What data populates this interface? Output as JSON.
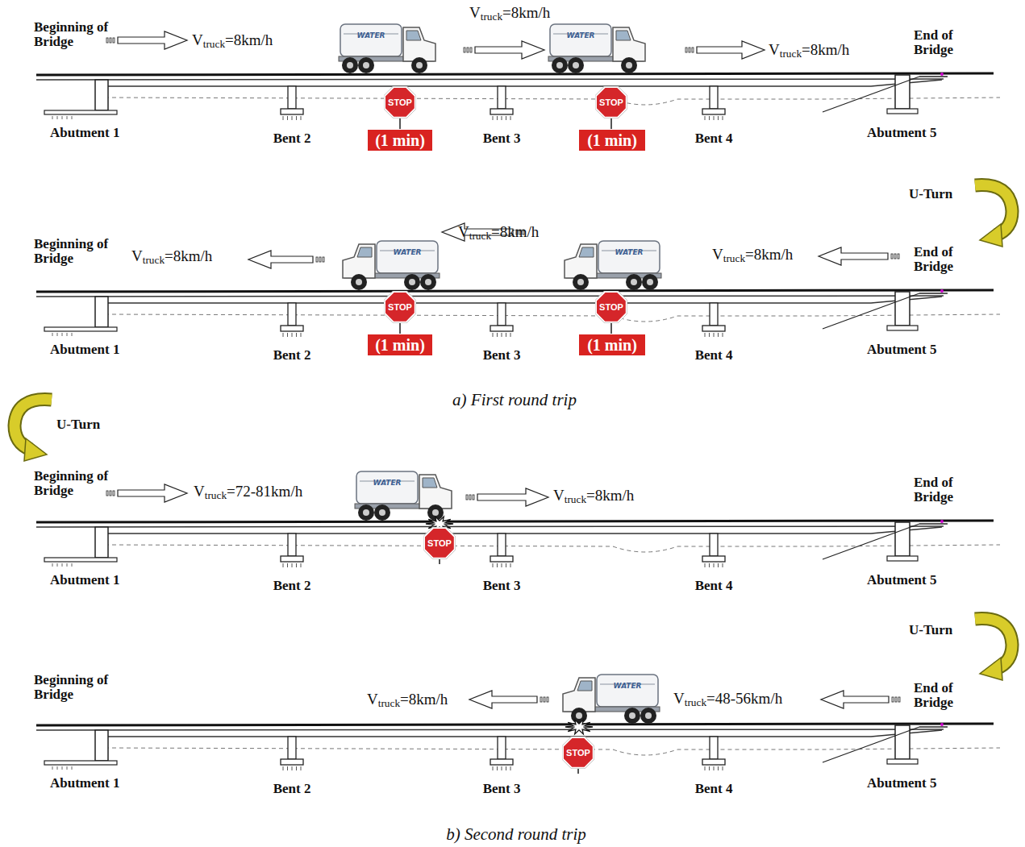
{
  "diagram": {
    "caption": "b) Second round trip",
    "nodes": [
      {
        "text": [
          "STOP"
        ]
      },
      {
        "text": [
          "(1 min)"
        ]
      },
      {
        "text": [
          "STOP"
        ]
      },
      {
        "text": [
          "(1 min)"
        ]
      },
      {
        "text": [
          "STOP"
        ]
      },
      {
        "text": [
          "(1 min)"
        ]
      },
      {
        "text": [
          "STOP"
        ]
      },
      {
        "text": [
          "(1 min)"
        ]
      },
      {
        "text": [
          "STOP"
        ]
      },
      {
        "text": [
          "STOP"
        ]
      }
    ],
    "edges": [],
    "labels": [
      "Beginning of Bridge",
      "Vtruck=8km/h",
      "WATER",
      "Vtruck=8km/h",
      "WATER",
      "Vtruck=8km/h",
      "End of Bridge",
      "Abutment 1",
      "Bent 2",
      "Bent 3",
      "Bent 4",
      "Abutment 5",
      "U-Turn",
      "Beginning of Bridge",
      "Vtruck=8km/h",
      "WATER",
      "Vtruck=8km/h",
      "WATER",
      "Vtruck=8km/h",
      "End of Bridge",
      "Abutment 1",
      "Bent 2",
      "Bent 3",
      "Bent 4",
      "Abutment 5",
      "a) First round trip",
      "U-Turn",
      "Beginning of Bridge",
      "Vtruck=72-81km/h",
      "WATER",
      "Vtruck=8km/h",
      "End of Bridge",
      "Abutment 1",
      "Bent 2",
      "Bent 3",
      "Bent 4",
      "Abutment 5",
      "U-Turn",
      "Beginning of Bridge",
      "Vtruck=8km/h",
      "WATER",
      "Vtruck=48-56km/h",
      "End of Bridge",
      "Abutment 1",
      "Bent 2",
      "Bent 3",
      "Bent 4",
      "Abutment 5"
    ]
  }
}
